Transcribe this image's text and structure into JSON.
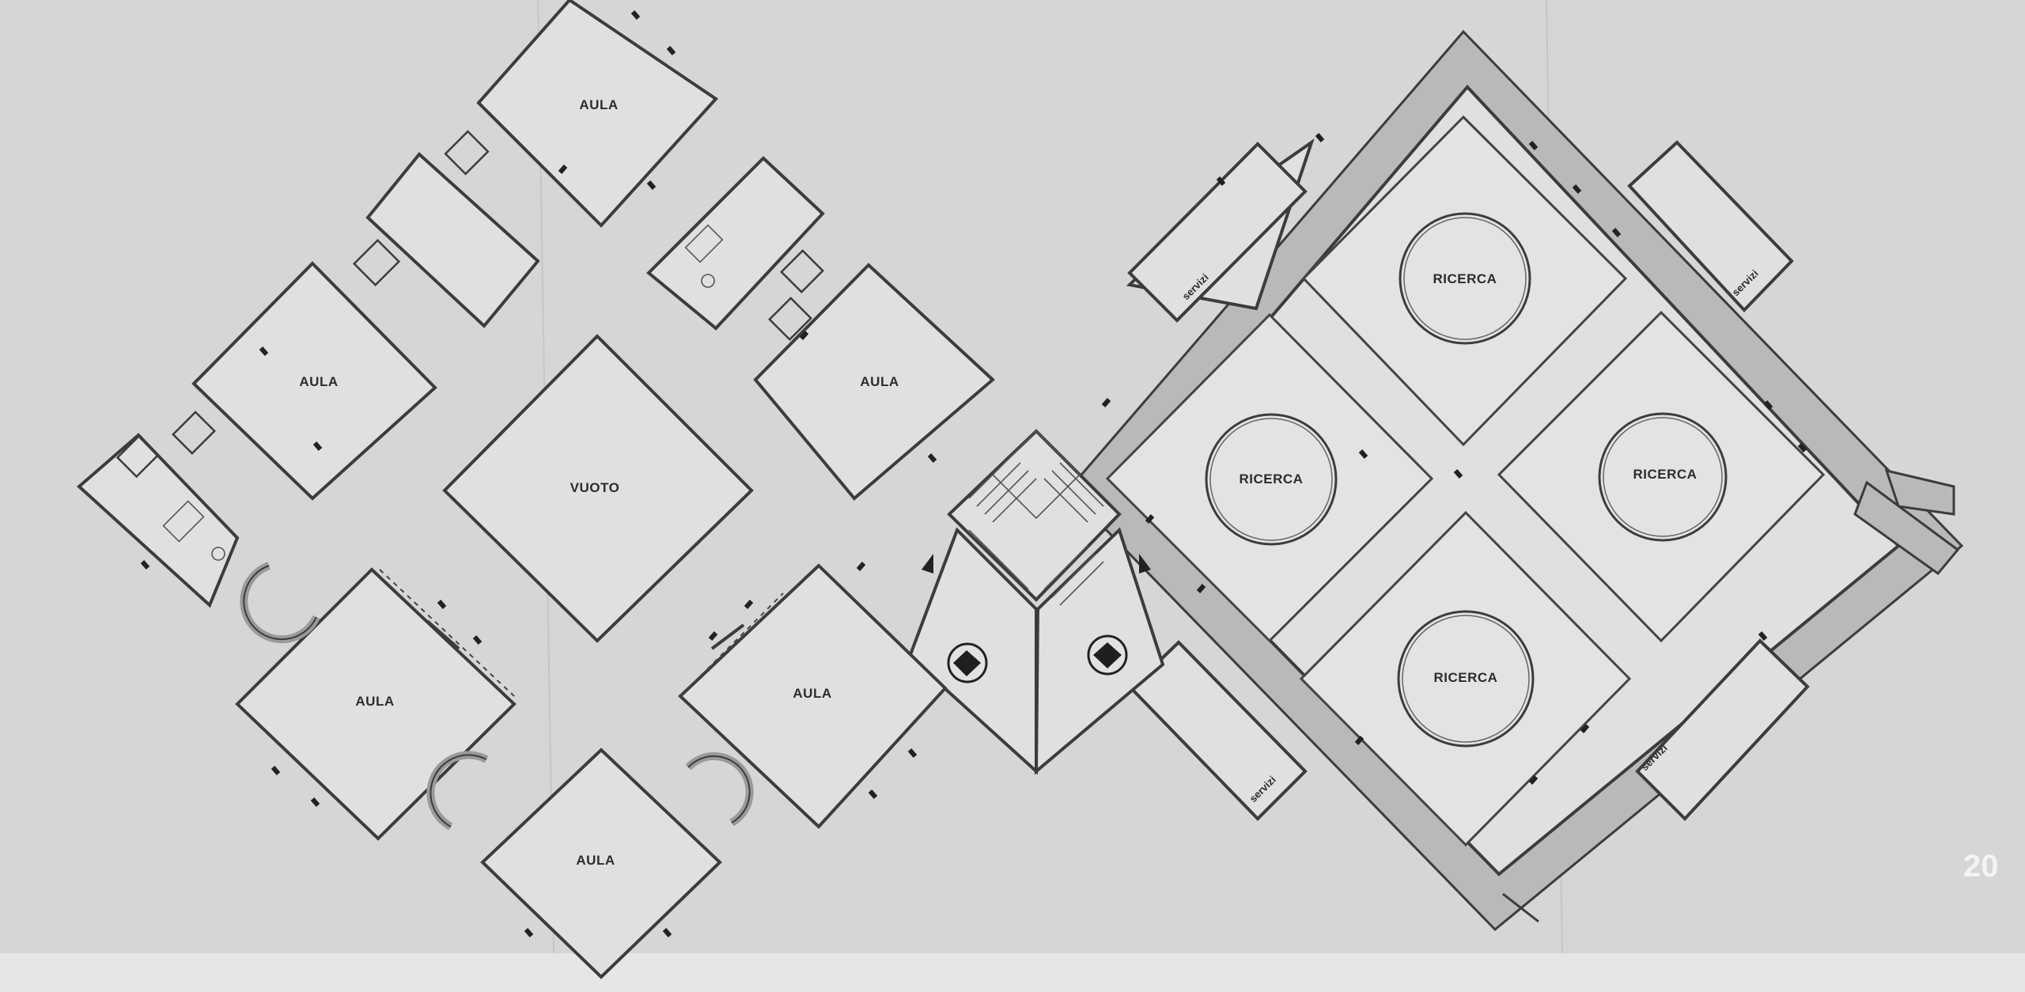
{
  "plan": {
    "labels": {
      "aula": "AULA",
      "vuoto": "VUOTO",
      "ricerca": "RICERCA",
      "servizi": "servizi"
    },
    "page_number": "20"
  }
}
